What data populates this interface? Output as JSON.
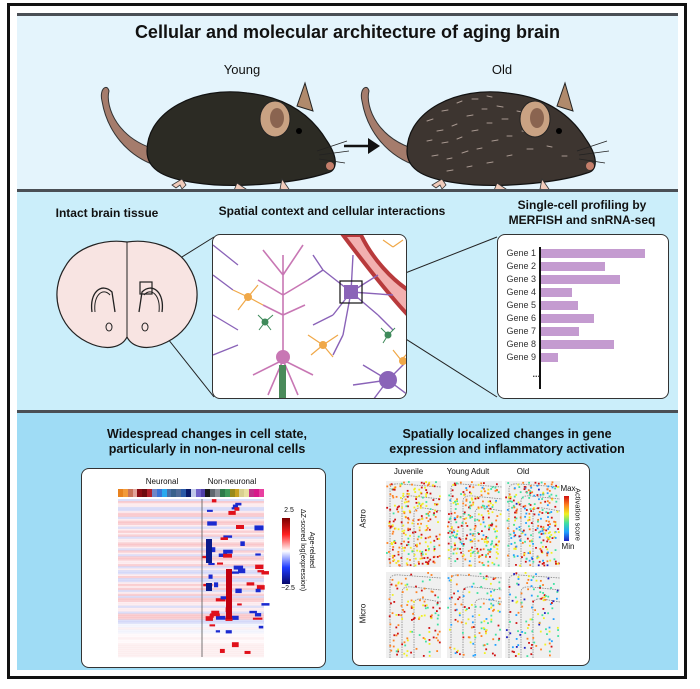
{
  "title": "Cellular and molecular architecture of aging brain",
  "top_panel": {
    "young_label": "Young",
    "old_label": "Old",
    "arrow": "right-arrow"
  },
  "middle_panel": {
    "tissue_title": "Intact brain tissue",
    "spatial_title": "Spatial context and cellular interactions",
    "profiling_title_line1": "Single-cell profiling by",
    "profiling_title_line2": "MERFISH and snRNA-seq",
    "ellipsis": "...",
    "colors": {
      "bar": "#c49bd0",
      "neuron_purple": "#8a63b8",
      "astro_orange": "#f0a848",
      "micro_green": "#3e8a5a",
      "pyramidal_pink": "#c877b4",
      "vessel_red": "#c8474a"
    }
  },
  "chart_data": [
    {
      "type": "bar",
      "orientation": "horizontal",
      "title": "Single-cell profiling by MERFISH and snRNA-seq",
      "categories": [
        "Gene 1",
        "Gene 2",
        "Gene 3",
        "Gene 4",
        "Gene 5",
        "Gene 6",
        "Gene 7",
        "Gene 8",
        "Gene 9"
      ],
      "values": [
        1.0,
        0.62,
        0.76,
        0.3,
        0.36,
        0.51,
        0.37,
        0.7,
        0.16
      ],
      "xlabel": "",
      "ylabel": "",
      "note": "relative lengths; no axis values shown"
    },
    {
      "type": "heatmap",
      "title": "Widespread changes in cell state, particularly in non-neuronal cells",
      "column_groups": [
        "Neuronal",
        "Non-neuronal"
      ],
      "colorbar": {
        "label_line1": "Age-related",
        "label_line2": "ΔZ-scored log(expression)",
        "max": "2.5",
        "min": "−2.5",
        "colors": [
          "#08086b",
          "#1f3cff",
          "#ffffff",
          "#ff2020",
          "#7a0000"
        ]
      },
      "group_colors": [
        "#e8821e",
        "#f29a3a",
        "#c8735a",
        "#e2a39a",
        "#8b0c14",
        "#6e0a10",
        "#b0202c",
        "#6f86c8",
        "#3a72d6",
        "#28a8f0",
        "#4a6ea6",
        "#38608c",
        "#4f6a98",
        "#2a5aa8",
        "#0a1a6a",
        "#c0c8ea",
        "#7060c8",
        "#5040a8",
        "#1a1a1a",
        "#606870",
        "#8a9098",
        "#2e7a4a",
        "#3e9a5a",
        "#9a8a1a",
        "#c8a020",
        "#d8d090",
        "#e8e0a0",
        "#c0308a",
        "#d8188a",
        "#e840a0"
      ]
    },
    {
      "type": "scatter",
      "title": "Spatially localized changes in gene expression and inflammatory activation",
      "columns": [
        "Juvenile",
        "Young Adult",
        "Old"
      ],
      "rows": [
        "Astro",
        "Micro"
      ],
      "colorbar": {
        "label": "Activation score",
        "max": "Max",
        "min": "Min",
        "colors": [
          "#2020c0",
          "#20a0ff",
          "#40e0a0",
          "#f0f020",
          "#ff8020",
          "#d01010"
        ]
      }
    }
  ],
  "bottom_panel": {
    "left_title_line1": "Widespread changes in cell state,",
    "left_title_line2": "particularly in non-neuronal cells",
    "right_title_line1": "Spatially localized changes in gene",
    "right_title_line2": "expression and inflammatory activation",
    "neuronal_label": "Neuronal",
    "non_neuronal_label": "Non-neuronal",
    "cb_max": "2.5",
    "cb_min": "−2.5",
    "cb_label1": "Age-related",
    "cb_label2": "ΔZ-scored  log(expression)",
    "col_juvenile": "Juvenile",
    "col_young_adult": "Young Adult",
    "col_old": "Old",
    "row_astro": "Astro",
    "row_micro": "Micro",
    "act_max": "Max",
    "act_min": "Min",
    "act_label": "Activation score"
  }
}
